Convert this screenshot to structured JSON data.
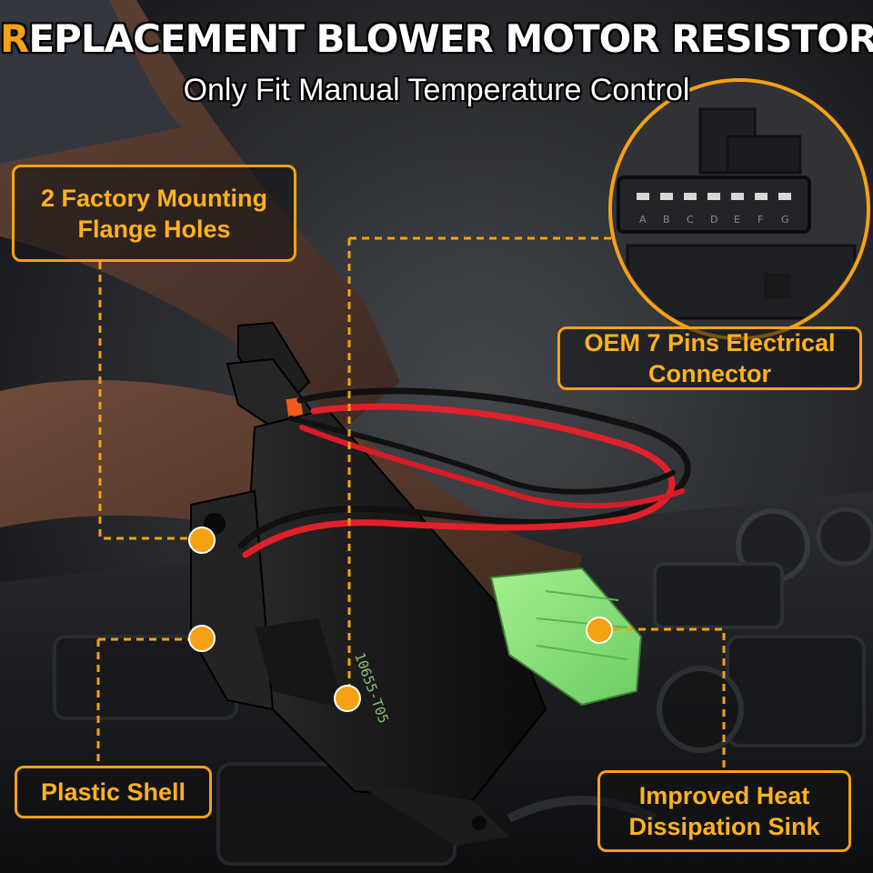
{
  "title": {
    "first_letter": "R",
    "rest": "EPLACEMENT BLOWER MOTOR RESISTOR"
  },
  "subtitle": "Only Fit Manual Temperature Control",
  "callouts": {
    "mounting_holes": {
      "line1": "2 Factory Mounting",
      "line2": "Flange Holes"
    },
    "connector": {
      "line1": "OEM 7 Pins Electrical",
      "line2": "Connector"
    },
    "shell": {
      "line1": "Plastic Shell"
    },
    "heat_sink": {
      "line1": "Improved Heat",
      "line2": "Dissipation Sink"
    }
  },
  "connector_pins": [
    "A",
    "B",
    "C",
    "D",
    "E",
    "F",
    "G"
  ],
  "part_marking": "10655-T05",
  "colors": {
    "accent": "#f5a113",
    "wire_red": "#e0202a",
    "wire_black": "#111111",
    "heatsink_green": "#8ee27e",
    "shell_black": "#1a1a1a"
  }
}
